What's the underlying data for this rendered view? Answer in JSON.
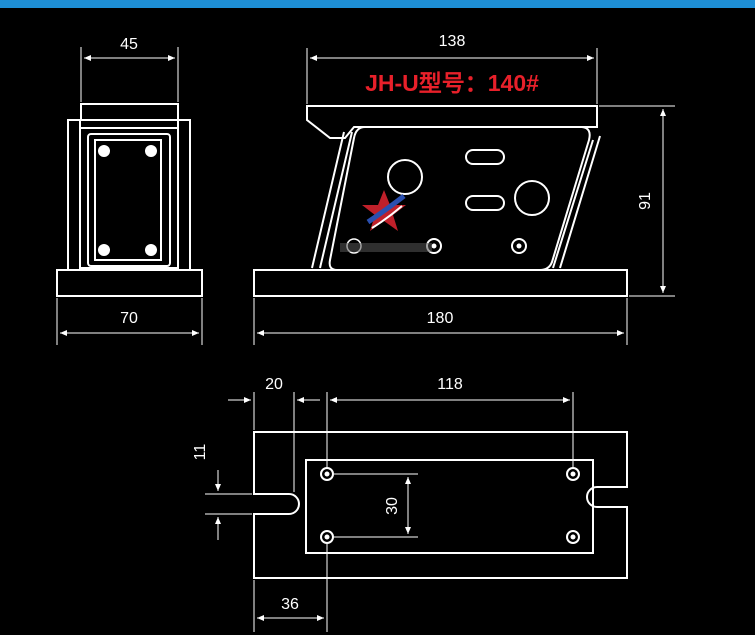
{
  "title": "JH-U型号：140#",
  "colors": {
    "background": "#000000",
    "lines": "#ffffff",
    "title": "#e8202a",
    "topbar": "#1e8fd6"
  },
  "dimensions": {
    "side_width_top": "45",
    "side_width_base": "70",
    "front_top": "138",
    "front_base": "180",
    "front_height": "91",
    "plan_offset": "20",
    "plan_spacing": "118",
    "plan_slot": "11",
    "plan_hole_pitch": "30",
    "plan_edge": "36"
  },
  "watermark": {
    "icon": "star-logo"
  }
}
